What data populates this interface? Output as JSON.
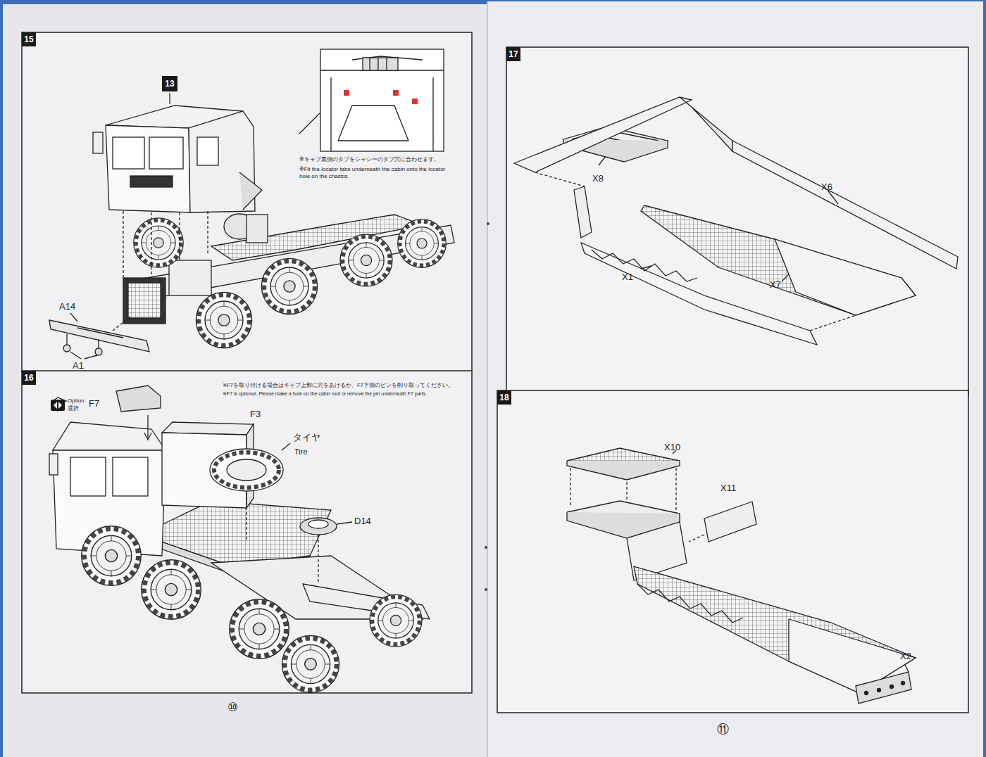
{
  "diagram": {
    "nodes": [
      {
        "text": [
          "15"
        ]
      },
      {
        "text": [
          "13"
        ]
      },
      {
        "text": [
          "16"
        ]
      },
      {
        "text": [
          "17"
        ]
      },
      {
        "text": [
          "18"
        ]
      }
    ],
    "labels": [
      "※キャブ裏側のタブをシャシーのタブ穴に合わせます。",
      "※Fit the locator tabs underneath the cabin onto the locator hole on the chassis.",
      "A14",
      "A1",
      "Option",
      "選択",
      "F7",
      "※F7を取り付ける場合はキャブ上部に穴をあけるか、F7下側のピンを削り取ってください。",
      "※F7 is optional. Please make a hole on the cabin roof or remove the pin underneath F7 parts.",
      "F3",
      "タイヤ",
      "Tire",
      "D14",
      "⑩",
      "X8",
      "X6",
      "X1",
      "X7",
      "X10",
      "X11",
      "X2",
      "⑪"
    ]
  }
}
